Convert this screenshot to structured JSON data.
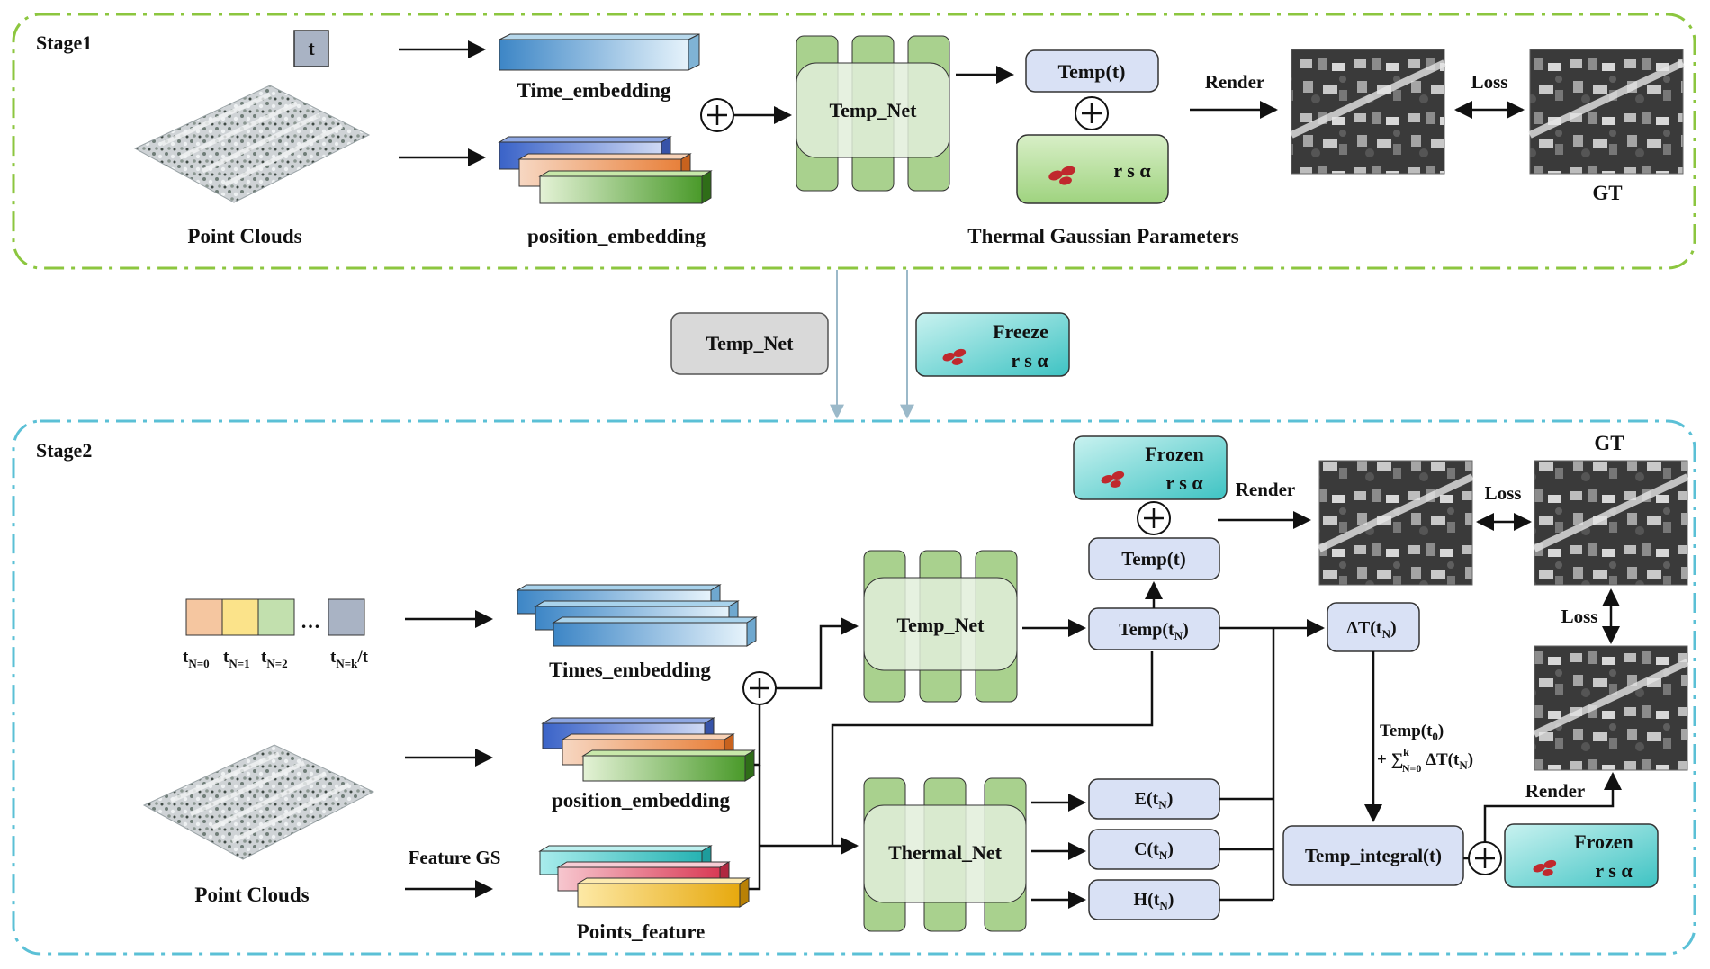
{
  "stage1": {
    "title": "Stage1",
    "t_box": "t",
    "time_embedding": "Time_embedding",
    "position_embedding": "position_embedding",
    "point_clouds": "Point Clouds",
    "temp_net": "Temp_Net",
    "temp_t": "Temp(t)",
    "params": "r s α",
    "thermal_gaussian_parameters": "Thermal Gaussian Parameters",
    "render": "Render",
    "loss": "Loss",
    "gt": "GT"
  },
  "middle": {
    "temp_net": "Temp_Net",
    "freeze": "Freeze",
    "params": "r s α"
  },
  "stage2": {
    "title": "Stage2",
    "tn0": "t",
    "tn0_sub": "N=0",
    "tn1": "t",
    "tn1_sub": "N=1",
    "tn2": "t",
    "tn2_sub": "N=2",
    "ellipsis": "…",
    "tnk": "t",
    "tnk_sub": "N=k",
    "tnk_suffix": "/t",
    "times_embedding": "Times_embedding",
    "position_embedding": "position_embedding",
    "points_feature": "Points_feature",
    "point_clouds": "Point Clouds",
    "feature_gs": "Feature GS",
    "temp_net": "Temp_Net",
    "thermal_net": "Thermal_Net",
    "frozen_top": "Frozen",
    "frozen_top_params": "r s α",
    "temp_t": "Temp(t)",
    "temp_tn": "Temp(t",
    "temp_tn_sub": "N",
    "temp_tn_close": ")",
    "delta_t": "ΔT(t",
    "delta_t_sub": "N",
    "delta_t_close": ")",
    "e_tn": "E(t",
    "c_tn": "C(t",
    "h_tn": "H(t",
    "n_sub": "N",
    "close_paren": ")",
    "integral_line1": "Temp(t",
    "integral_line1_sub": "0",
    "integral_line1_close": ")",
    "integral_line2_prefix": "+ ∑",
    "integral_line2_sup": "k",
    "integral_line2_sub": "N=0",
    "integral_line2_suffix": " ΔT(t",
    "temp_integral": "Temp_integral(t)",
    "frozen_bottom": "Frozen",
    "frozen_bottom_params": "r s α",
    "render_top": "Render",
    "render_bottom": "Render",
    "loss_h": "Loss",
    "loss_v": "Loss",
    "gt": "GT"
  },
  "colors": {
    "stage1_border": "#8cc63f",
    "stage2_border": "#5bc0d6",
    "net_green": "#a9d18e",
    "net_green_light": "#e2efda",
    "box_blue": "#d9e1f5",
    "box_gray": "#d9d9d9",
    "param_green": "#b7e1a1",
    "param_cyan": "#5cc9c9"
  }
}
